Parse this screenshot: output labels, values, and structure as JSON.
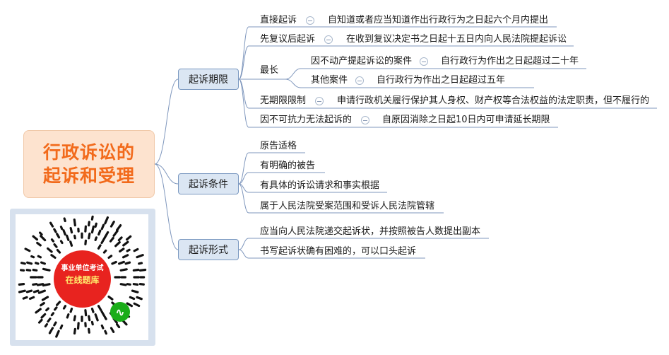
{
  "root": {
    "line1": "行政诉讼的",
    "line2": "起诉和受理"
  },
  "branches": {
    "period": {
      "label": "起诉期限",
      "direct": {
        "label": "直接起诉",
        "detail": "自知道或者应当知道作出行政行为之日起六个月内提出"
      },
      "review": {
        "label": "先复议后起诉",
        "detail": "在收到复议决定书之日起十五日内向人民法院提起诉讼"
      },
      "longest": {
        "label": "最长",
        "realty": {
          "label": "因不动产提起诉讼的案件",
          "detail": "自行政行为作出之日起超过二十年"
        },
        "other": {
          "label": "其他案件",
          "detail": "自行政行为作出之日起超过五年"
        }
      },
      "unlimited": {
        "label": "无期限限制",
        "detail": "申请行政机关履行保护其人身权、财产权等合法权益的法定职责，但不履行的"
      },
      "force": {
        "label": "因不可抗力无法起诉的",
        "detail": "自原因消除之日起10日内可申请延长期限"
      }
    },
    "conditions": {
      "label": "起诉条件",
      "items": [
        "原告适格",
        "有明确的被告",
        "有具体的诉讼请求和事实根据",
        "属于人民法院受案范围和受诉人民法院管辖"
      ]
    },
    "form": {
      "label": "起诉形式",
      "items": [
        "应当向人民法院递交起诉状，并按照被告人数提出副本",
        "书写起诉状确有困难的，可以口头起诉"
      ]
    }
  },
  "qr": {
    "line1": "事业单位考试",
    "line2": "在线题库"
  },
  "colors": {
    "root_fill": "#fde3cf",
    "root_text": "#f26a1b",
    "branch_fill": "#dbe6f3",
    "branch_border": "#7a98c0",
    "line": "#7f97bd",
    "qr_red": "#e8231f"
  }
}
